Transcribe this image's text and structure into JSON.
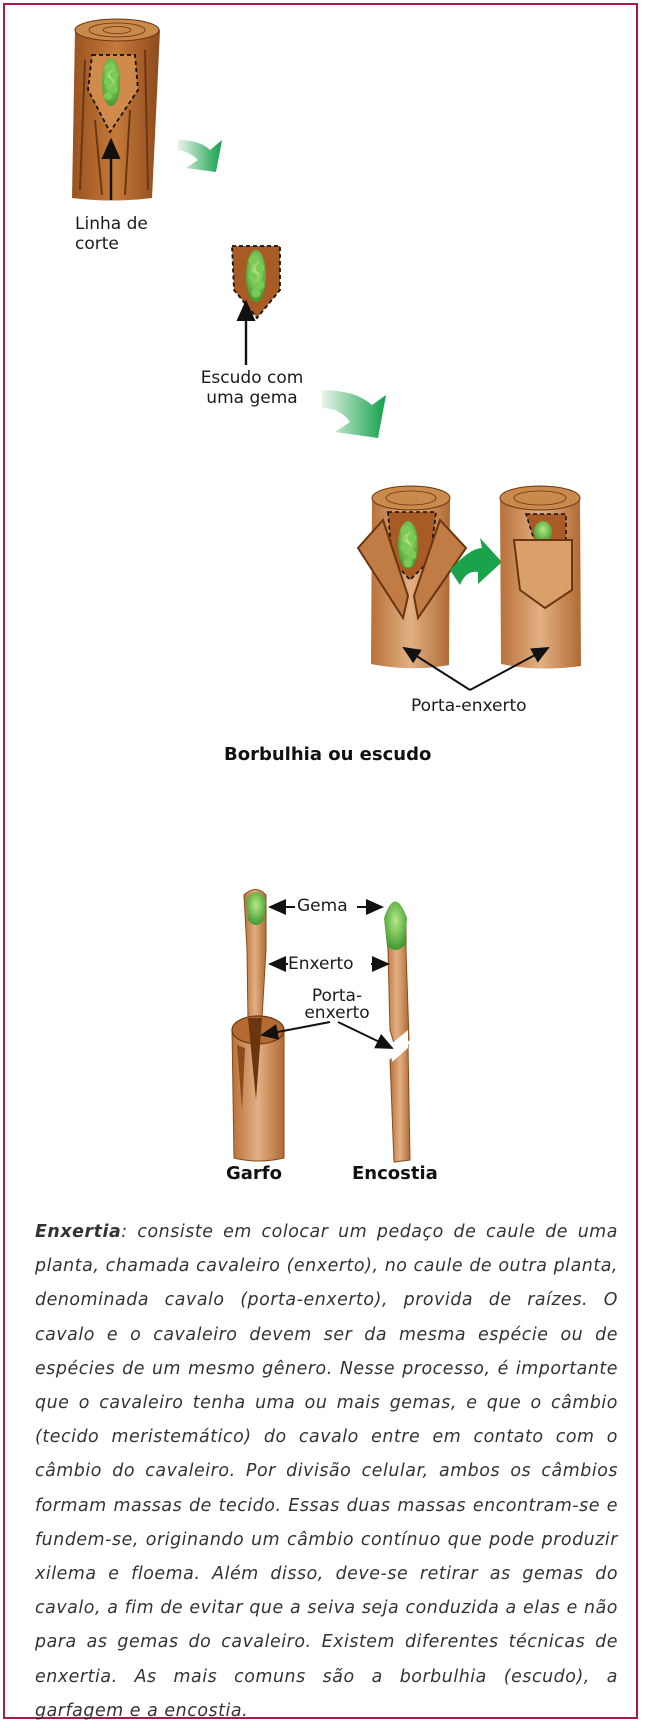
{
  "labels": {
    "cut_line_1": "Linha de",
    "cut_line_2": "corte",
    "shield_1": "Escudo com",
    "shield_2": "uma gema",
    "rootstock": "Porta-enxerto",
    "section_title": "Borbulhia ou escudo",
    "bud": "Gema",
    "scion": "Enxerto",
    "rootstock2_1": "Porta-",
    "rootstock2_2": "enxerto",
    "cleft": "Garfo",
    "approach": "Encostia"
  },
  "paragraph": {
    "term": "Enxertia",
    "lines": [
      ": consiste em colocar um pedaço de caule de uma",
      "planta, chamada cavaleiro (enxerto), no caule de outra",
      "planta, denominada cavalo (porta-enxerto), provida de",
      "raízes. O cavalo e o cavaleiro devem ser da mesma espécie",
      "ou de espécies de um mesmo gênero.  Nesse processo,",
      "é importante que o cavaleiro tenha uma ou mais gemas,",
      "e que o câmbio (tecido meristemático) do cavalo entre em",
      "contato com o câmbio do cavaleiro. Por divisão celular,",
      "ambos os câmbios formam massas de tecido. Essas duas",
      "massas encontram-se e fundem-se, originando um câmbio",
      "contínuo que pode produzir xilema e floema. Além disso,",
      "deve-se retirar as gemas do cavalo, a fim de evitar que",
      "a seiva seja conduzida a elas e não para as gemas do",
      "cavaleiro. Existem diferentes técnicas de enxertia. As mais",
      "comuns são a borbulhia (escudo), a garfagem e a encostia."
    ]
  },
  "colors": {
    "border": "#b0174a",
    "bark": "#b5652a",
    "bark_light": "#d9a06a",
    "bud_green": "#5cb85c",
    "arrow_green": "#1aa34a"
  }
}
